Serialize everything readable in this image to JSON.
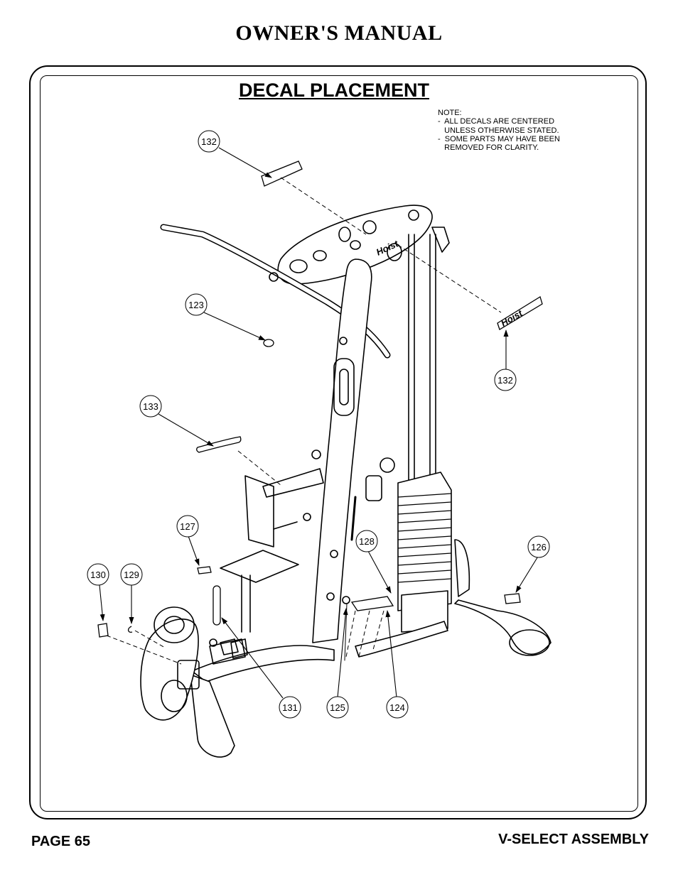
{
  "header": {
    "title": "OWNER'S MANUAL"
  },
  "section": {
    "title": "DECAL PLACEMENT"
  },
  "note": {
    "heading": "NOTE:",
    "lines": [
      "-  ALL DECALS ARE CENTERED",
      "   UNLESS OTHERWISE STATED.",
      "-  SOME PARTS MAY HAVE BEEN",
      "   REMOVED FOR CLARITY."
    ]
  },
  "callouts": {
    "c132_top": "132",
    "c132_right": "132",
    "c123": "123",
    "c133": "133",
    "c127": "127",
    "c128": "128",
    "c126": "126",
    "c130": "130",
    "c129": "129",
    "c131": "131",
    "c125": "125",
    "c124": "124"
  },
  "footer": {
    "page": "PAGE 65",
    "section": "V-SELECT ASSEMBLY"
  }
}
